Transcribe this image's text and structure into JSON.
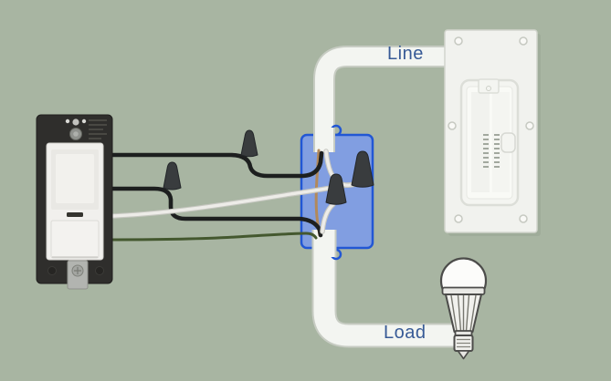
{
  "labels": {
    "line": "Line",
    "load": "Load",
    "text_color": "#375a96"
  },
  "colors": {
    "background": "#a8b5a2",
    "junction_box_fill": "#7e9ce6",
    "junction_box_border": "#2257d4",
    "conduit_fill": "#f3f5f1",
    "conduit_edge": "#c7ccc3",
    "wire_black": "#1d1f1f",
    "wire_white": "#edece8",
    "wire_white_edge": "#c6c7c0",
    "wire_green": "#44582f",
    "wire_copper": "#b2895b",
    "wire_nut": "#393c3e",
    "switch_body": "#2f2e2c",
    "switch_face": "#f1f0ed",
    "panel_body": "#f1f2ee",
    "bulb_outline": "#4c4c4a"
  },
  "components": {
    "switch": "occupancy-sensor-switch",
    "junction_box": "junction-box",
    "panel": "breaker-panel",
    "bulb": "led-bulb"
  },
  "wires": [
    {
      "id": "line-hot",
      "color": "black"
    },
    {
      "id": "switched-hot",
      "color": "black"
    },
    {
      "id": "neutral",
      "color": "white"
    },
    {
      "id": "ground",
      "color": "green"
    },
    {
      "id": "bare-copper",
      "color": "copper"
    }
  ]
}
